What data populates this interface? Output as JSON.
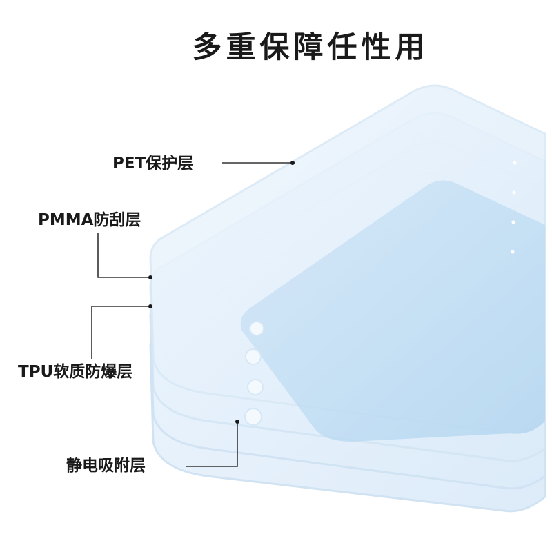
{
  "title": "多重保障任性用",
  "layers": [
    {
      "label": "PET保护层"
    },
    {
      "label": "PMMA防刮层"
    },
    {
      "label": "TPU软质防爆层"
    },
    {
      "label": "静电吸附层"
    }
  ],
  "colors": {
    "line": "#333333",
    "layer_fill": "#e6f1fb",
    "layer_edge": "#cde2f4",
    "inner_fill": "#bcdaf1",
    "title": "#1a1a1a"
  }
}
